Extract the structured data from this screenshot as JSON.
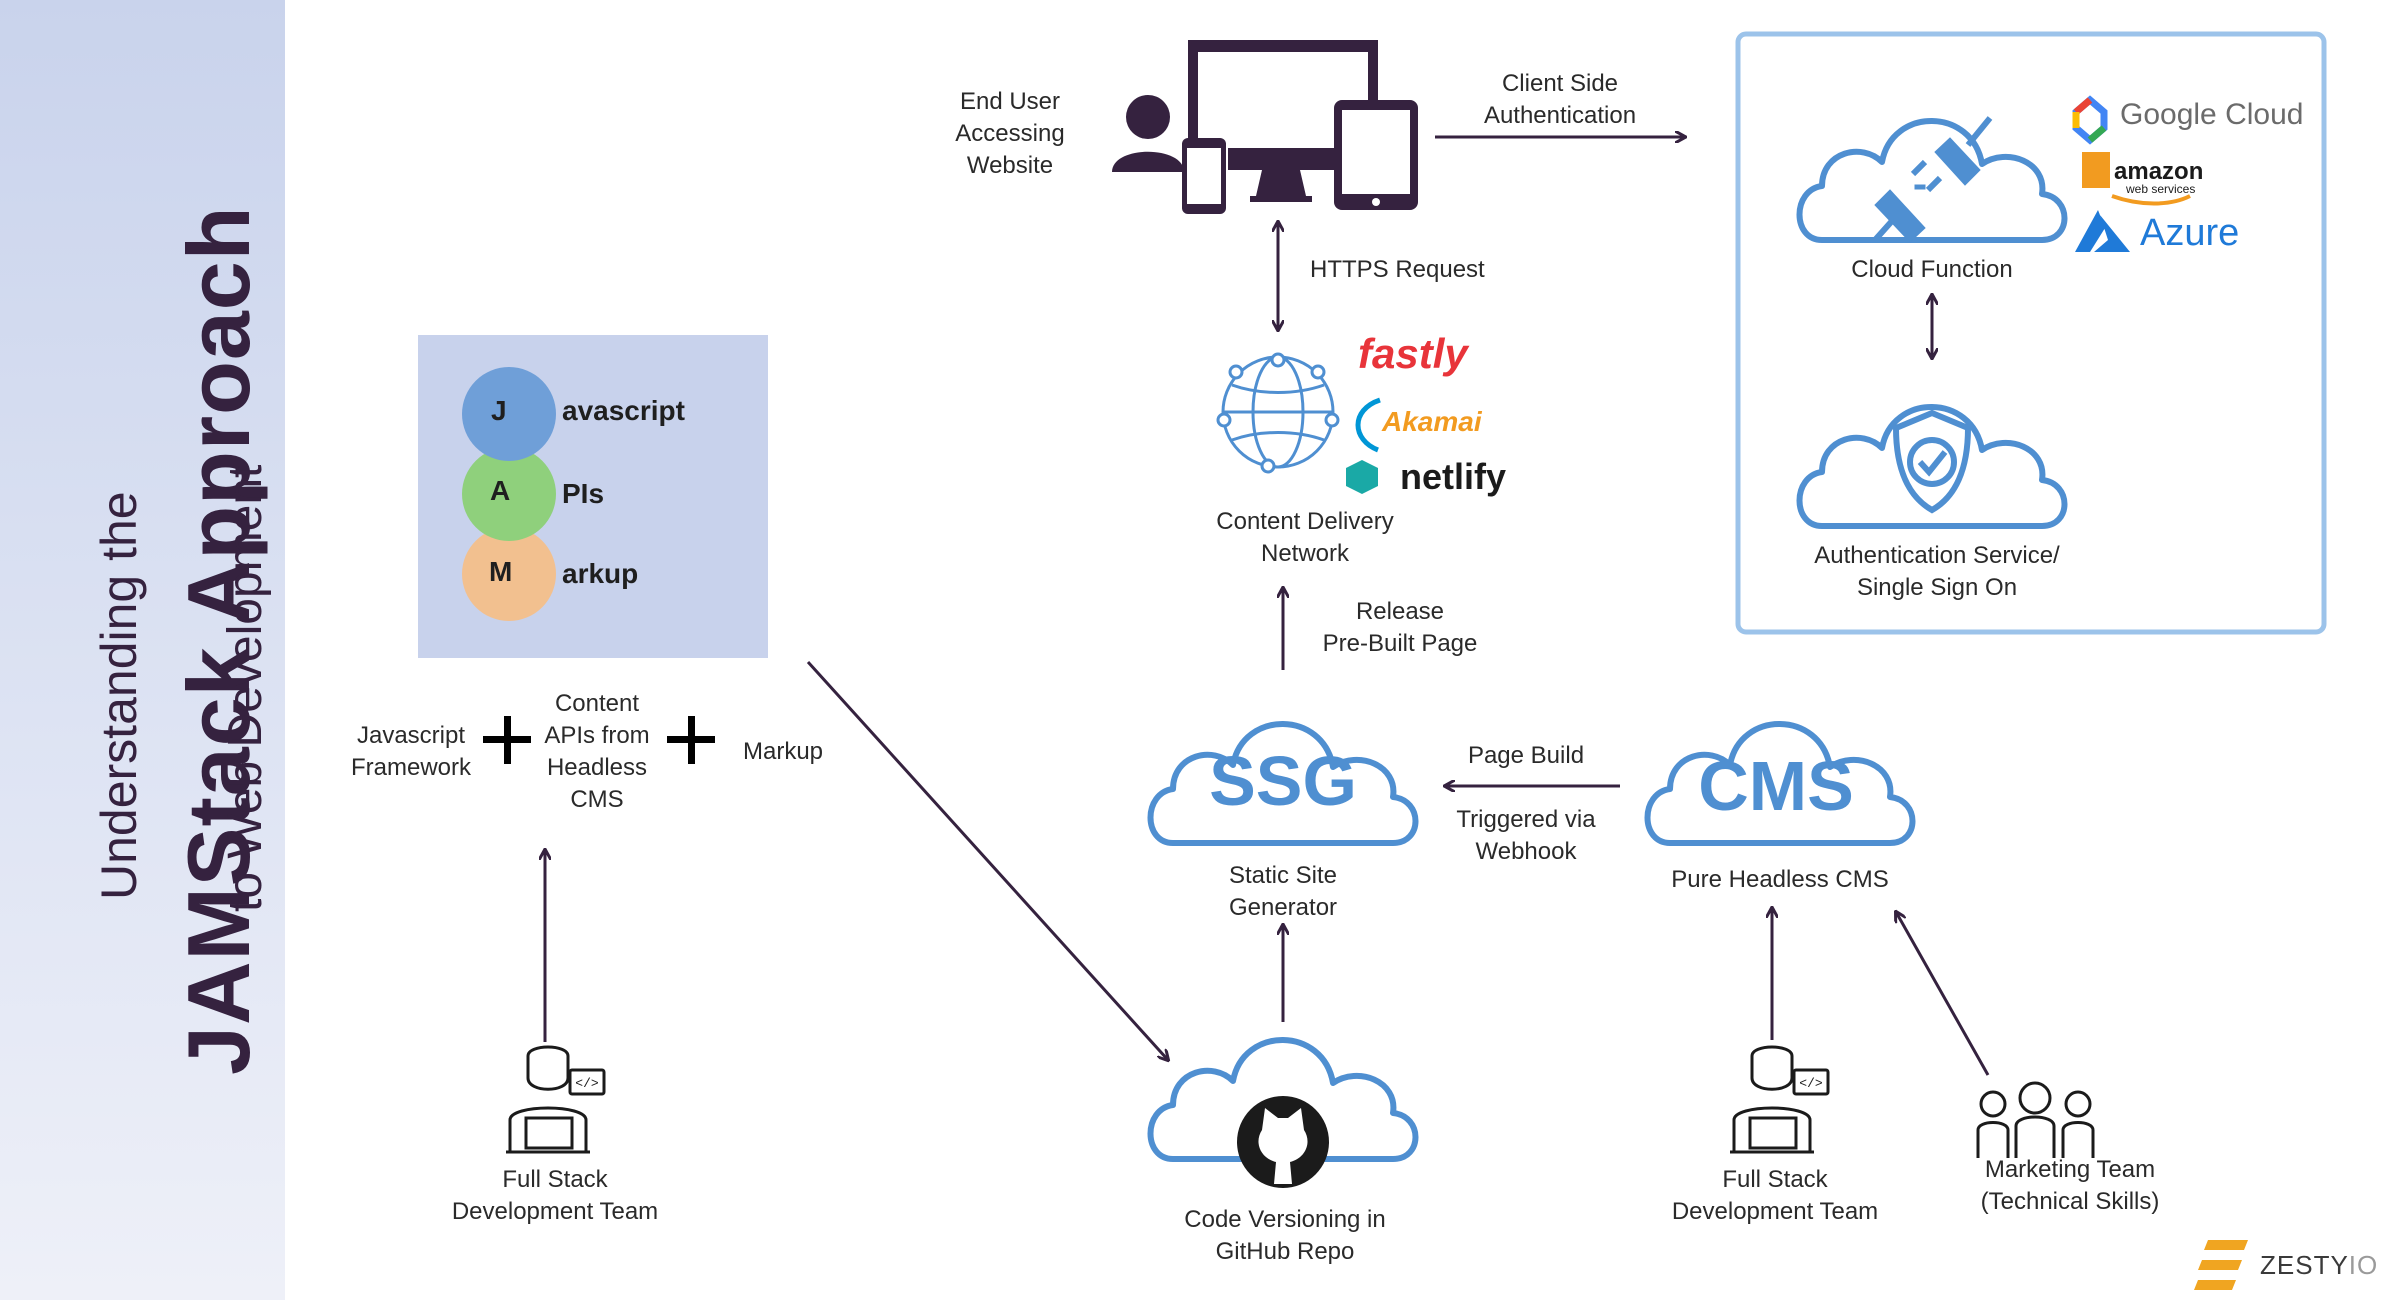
{
  "title": {
    "line1": "Understanding the",
    "line2": "JAMStack Approach",
    "line3": "to Web Development"
  },
  "jam": {
    "letters": [
      "J",
      "A",
      "M"
    ],
    "suffixes": [
      "avascript",
      "PIs",
      "arkup"
    ],
    "colors": [
      "#6f9fd8",
      "#8fd07c",
      "#f2c08f"
    ]
  },
  "labels": {
    "end_user": [
      "End User",
      "Accessing",
      "Website"
    ],
    "client_auth": [
      "Client Side",
      "Authentication"
    ],
    "https_request": "HTTPS Request",
    "cdn": [
      "Content Delivery",
      "Network"
    ],
    "release": [
      "Release",
      "Pre-Built Page"
    ],
    "ssg_text": "SSG",
    "ssg_caption": [
      "Static Site",
      "Generator"
    ],
    "page_build": "Page Build",
    "triggered": [
      "Triggered via",
      "Webhook"
    ],
    "cms_text": "CMS",
    "cms_caption": "Pure Headless CMS",
    "cloud_function": "Cloud Function",
    "auth_service": [
      "Authentication Service/",
      "Single Sign On"
    ],
    "js_framework": [
      "Javascript",
      "Framework"
    ],
    "content_apis": [
      "Content",
      "APIs from",
      "Headless",
      "CMS"
    ],
    "markup": "Markup",
    "dev_team_left": [
      "Full Stack",
      "Development Team"
    ],
    "github": [
      "Code Versioning  in",
      "GitHub Repo"
    ],
    "dev_team_right": [
      "Full Stack",
      "Development Team"
    ],
    "marketing": [
      "Marketing Team",
      "(Technical Skills)"
    ]
  },
  "brands": {
    "fastly": "fastly",
    "akamai": "Akamai",
    "netlify": "netlify",
    "google_cloud": "Google Cloud",
    "amazon": "amazon",
    "amazon_sub": "web services",
    "azure": "Azure",
    "zesty_name": "ZESTY",
    "zesty_suffix": "IO"
  },
  "colors": {
    "accent_blue": "#4f8fd1",
    "arrow": "#35223f",
    "title_text": "#35223f",
    "jam_box_bg": "#c8d2ec"
  },
  "icons": [
    "user-icon",
    "monitor-icon",
    "tablet-icon",
    "phone-icon",
    "globe-network-icon",
    "plug-icon",
    "shield-check-icon",
    "github-icon",
    "developer-icon",
    "team-icon",
    "plus-icon",
    "zesty-logo-icon"
  ]
}
